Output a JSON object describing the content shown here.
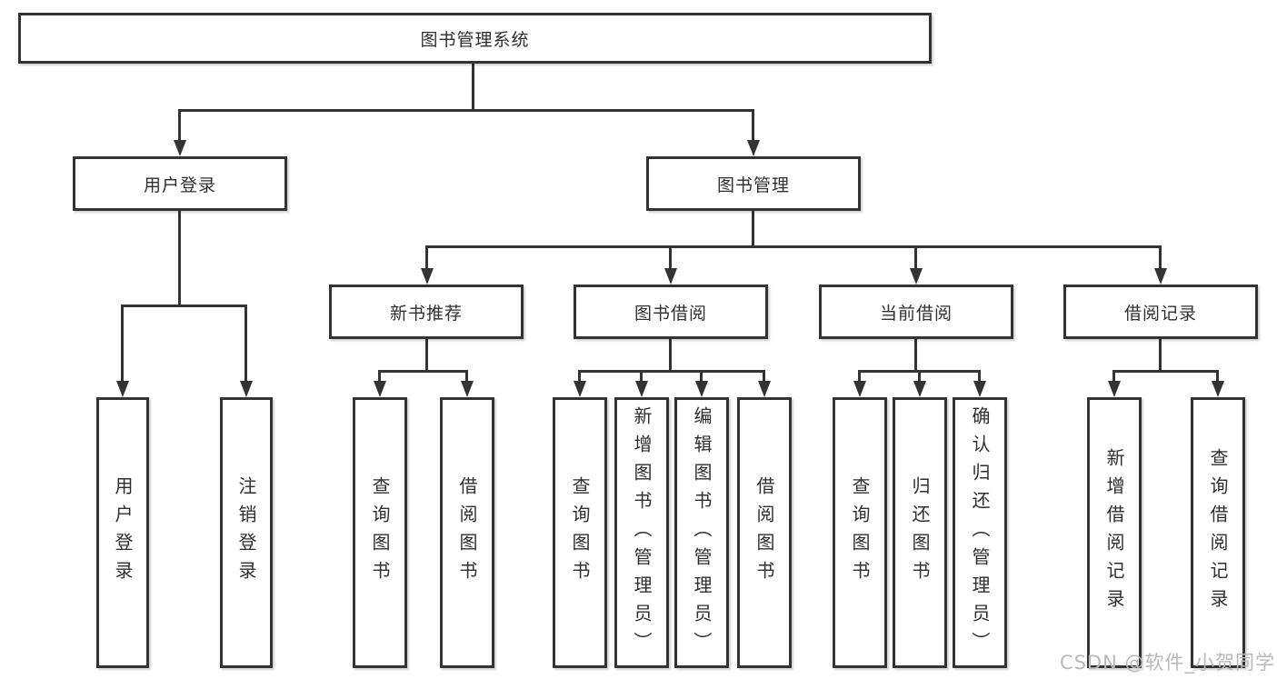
{
  "colors": {
    "line": "#333333",
    "border": "#333333",
    "text": "#2f2f2f",
    "watermark": "#b9b9b9",
    "background": "#ffffff"
  },
  "watermark": {
    "text": "CSDN @软件_小贺同学"
  },
  "nodes": {
    "root": {
      "label": "图书管理系统"
    },
    "user_login": {
      "label": "用户登录"
    },
    "book_mgmt": {
      "label": "图书管理"
    },
    "new_book_rec": {
      "label": "新书推荐"
    },
    "book_borrow": {
      "label": "图书借阅"
    },
    "current_borrow": {
      "label": "当前借阅"
    },
    "borrow_records": {
      "label": "借阅记录"
    },
    "leaf_user_login": {
      "label": "用户登录"
    },
    "leaf_logout": {
      "label": "注销登录"
    },
    "leaf_nb_query": {
      "label": "查询图书"
    },
    "leaf_nb_borrow": {
      "label": "借阅图书"
    },
    "leaf_bb_query": {
      "label": "查询图书"
    },
    "leaf_bb_add": {
      "label": "新增图书（管理员）"
    },
    "leaf_bb_edit": {
      "label": "编辑图书（管理员）"
    },
    "leaf_bb_borrow": {
      "label": "借阅图书"
    },
    "leaf_cb_query": {
      "label": "查询图书"
    },
    "leaf_cb_return": {
      "label": "归还图书"
    },
    "leaf_cb_confirm": {
      "label": "确认归还（管理员）"
    },
    "leaf_br_add": {
      "label": "新增借阅记录"
    },
    "leaf_br_query": {
      "label": "查询借阅记录"
    }
  },
  "hierarchy": {
    "root": "图书管理系统",
    "children": [
      {
        "label": "用户登录",
        "children": [
          "用户登录",
          "注销登录"
        ]
      },
      {
        "label": "图书管理",
        "children": [
          {
            "label": "新书推荐",
            "children": [
              "查询图书",
              "借阅图书"
            ]
          },
          {
            "label": "图书借阅",
            "children": [
              "查询图书",
              "新增图书（管理员）",
              "编辑图书（管理员）",
              "借阅图书"
            ]
          },
          {
            "label": "当前借阅",
            "children": [
              "查询图书",
              "归还图书",
              "确认归还（管理员）"
            ]
          },
          {
            "label": "借阅记录",
            "children": [
              "新增借阅记录",
              "查询借阅记录"
            ]
          }
        ]
      }
    ]
  }
}
